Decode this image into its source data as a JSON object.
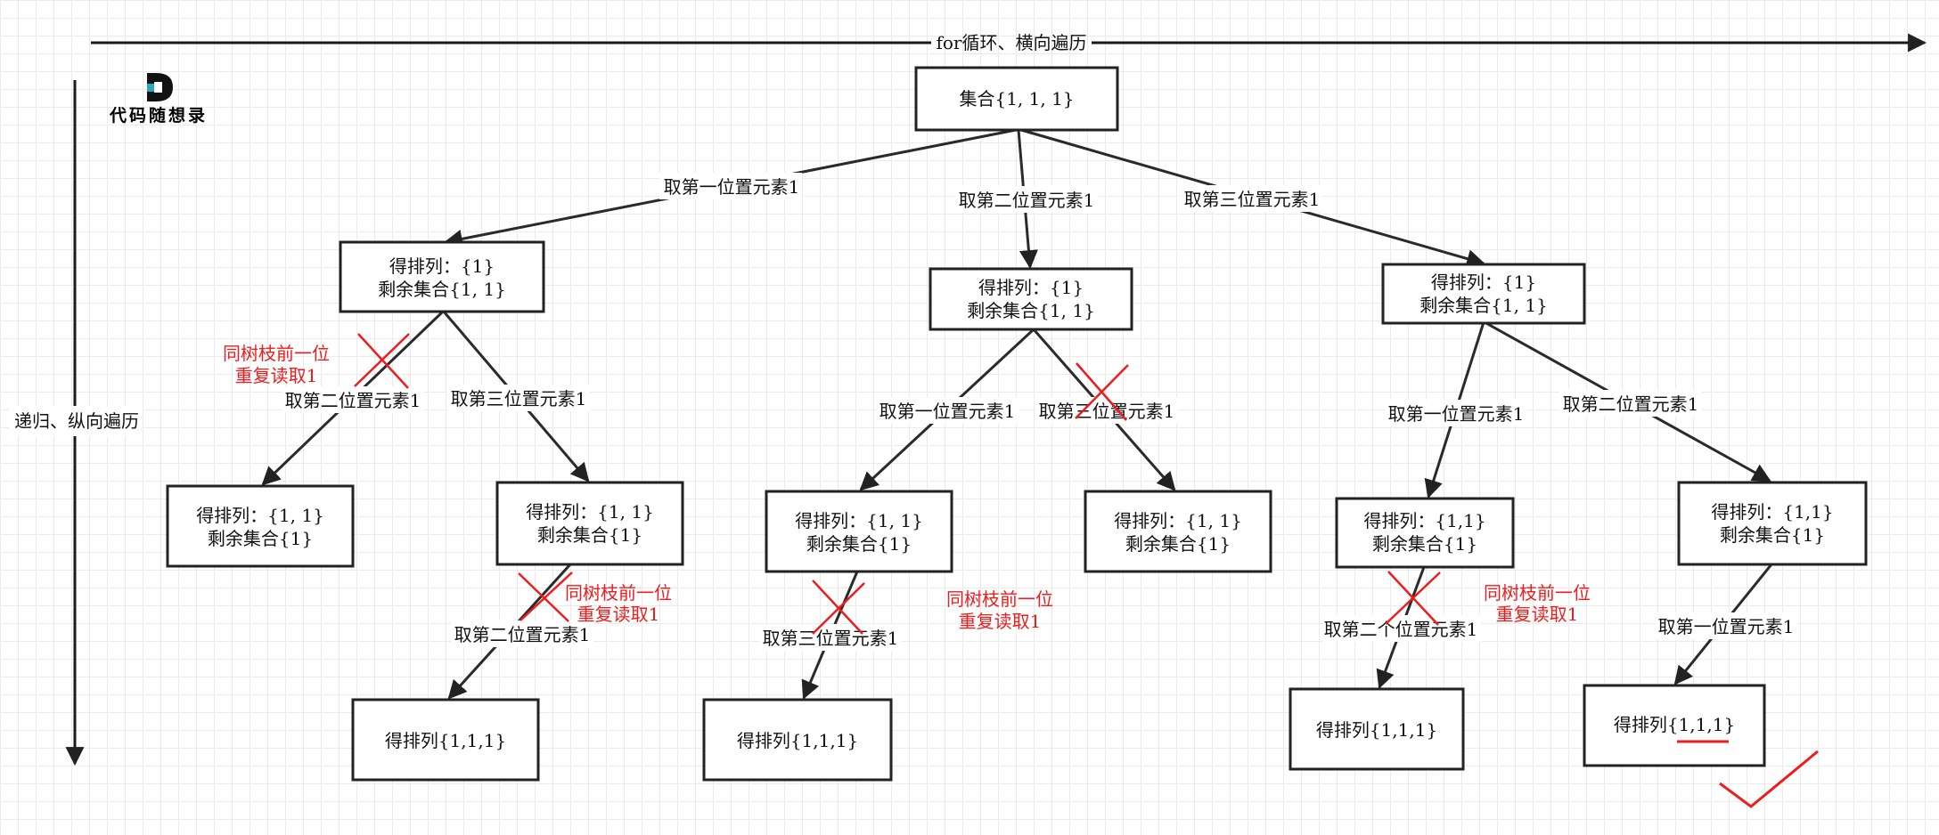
{
  "axes": {
    "horizontal_label": "for循环、横向遍历",
    "vertical_label": "递归、纵向遍历"
  },
  "logo": {
    "name": "代码随想录",
    "letter": "D"
  },
  "nodes": {
    "root": [
      "集合{1, 1, 1}"
    ],
    "l1_a": [
      "得排列：{1}",
      "剩余集合{1, 1}"
    ],
    "l1_b": [
      "得排列：{1}",
      "剩余集合{1, 1}"
    ],
    "l1_c": [
      "得排列：{1}",
      "剩余集合{1, 1}"
    ],
    "l2_a1": [
      "得排列：{1, 1}",
      "剩余集合{1}"
    ],
    "l2_a2": [
      "得排列：{1, 1}",
      "剩余集合{1}"
    ],
    "l2_b1": [
      "得排列：{1, 1}",
      "剩余集合{1}"
    ],
    "l2_b2": [
      "得排列：{1, 1}",
      "剩余集合{1}"
    ],
    "l2_c1": [
      "得排列：{1,1}",
      "剩余集合{1}"
    ],
    "l2_c2": [
      "得排列：{1,1}",
      "剩余集合{1}"
    ],
    "l3_1": [
      "得排列{1,1,1}"
    ],
    "l3_2": [
      "得排列{1,1,1}"
    ],
    "l3_3": [
      "得排列{1,1,1}"
    ],
    "l3_4": [
      "得排列{1,1,1}"
    ]
  },
  "edge_labels": {
    "root_a": "取第一位置元素1",
    "root_b": "取第二位置元素1",
    "root_c": "取第三位置元素1",
    "a_1": "取第二位置元素1",
    "a_2": "取第三位置元素1",
    "b_1": "取第一位置元素1",
    "b_2": "取第三位置元素1",
    "c_1": "取第一位置元素1",
    "c_2": "取第二位置元素1",
    "a2_3": "取第二位置元素1",
    "b1_3": "取第三位置元素1",
    "c1_3": "取第二个位置元素1",
    "c2_3": "取第一位置元素1"
  },
  "notes": {
    "n1": [
      "同树枝前一位",
      "重复读取1"
    ],
    "n2": [
      "同树枝前一位",
      "重复读取1"
    ],
    "n3": [
      "同树枝前一位",
      "重复读取1"
    ],
    "n4": [
      "同树枝前一位",
      "重复读取1"
    ]
  },
  "colors": {
    "accent_red": "#ee1c1c",
    "line": "#2a2a2a",
    "grid": "#ebebeb"
  }
}
